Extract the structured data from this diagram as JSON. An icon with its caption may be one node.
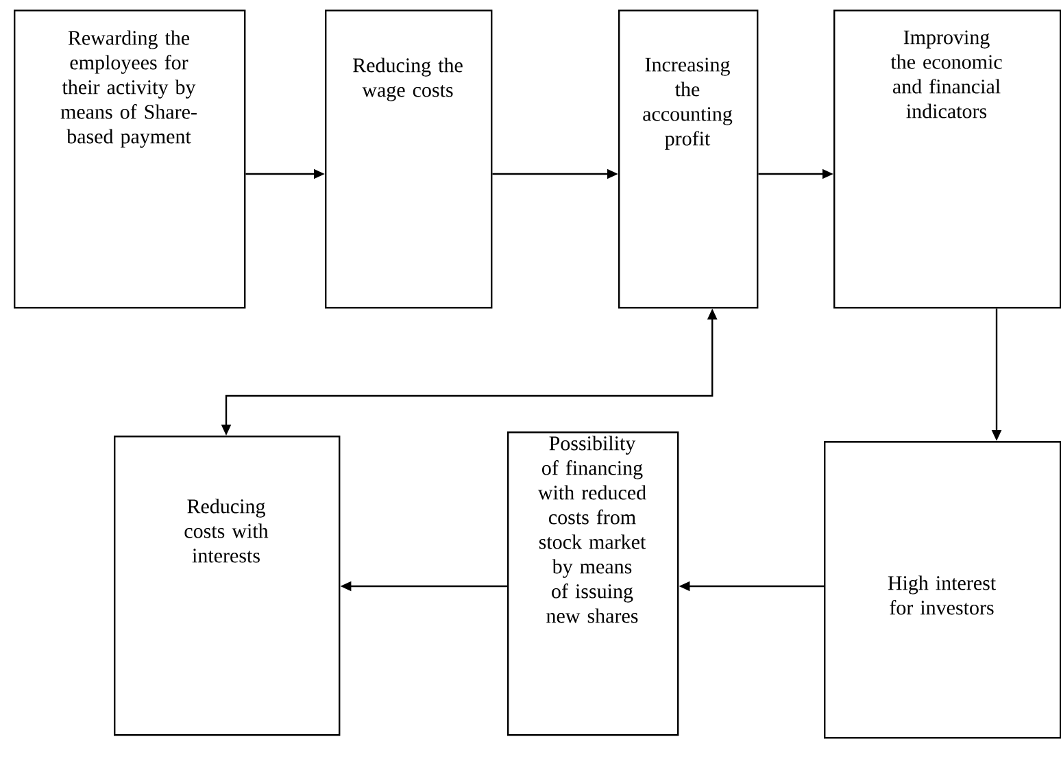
{
  "diagram": {
    "nodes": [
      {
        "text": [
          "Rewarding the employees for their activity by means of Share-based payment"
        ]
      },
      {
        "text": [
          "Reducing the wage costs"
        ]
      },
      {
        "text": [
          "Increasing the accounting profit"
        ]
      },
      {
        "text": [
          "Improving the economic and financial indicators"
        ]
      },
      {
        "text": [
          "High interest for investors"
        ]
      },
      {
        "text": [
          "Possibility of financing with reduced costs from stock market by means of issuing new shares"
        ]
      },
      {
        "text": [
          "Reducing costs with interests"
        ]
      }
    ],
    "edges": [
      {
        "from": 0,
        "to": 1,
        "arrow": "to"
      },
      {
        "from": 1,
        "to": 2,
        "arrow": "to"
      },
      {
        "from": 2,
        "to": 3,
        "arrow": "to"
      },
      {
        "from": 3,
        "to": 4,
        "arrow": "to"
      },
      {
        "from": 4,
        "to": 5,
        "arrow": "to"
      },
      {
        "from": 5,
        "to": 6,
        "arrow": "to"
      },
      {
        "from": 2,
        "to": 6,
        "arrow": "both"
      }
    ]
  }
}
